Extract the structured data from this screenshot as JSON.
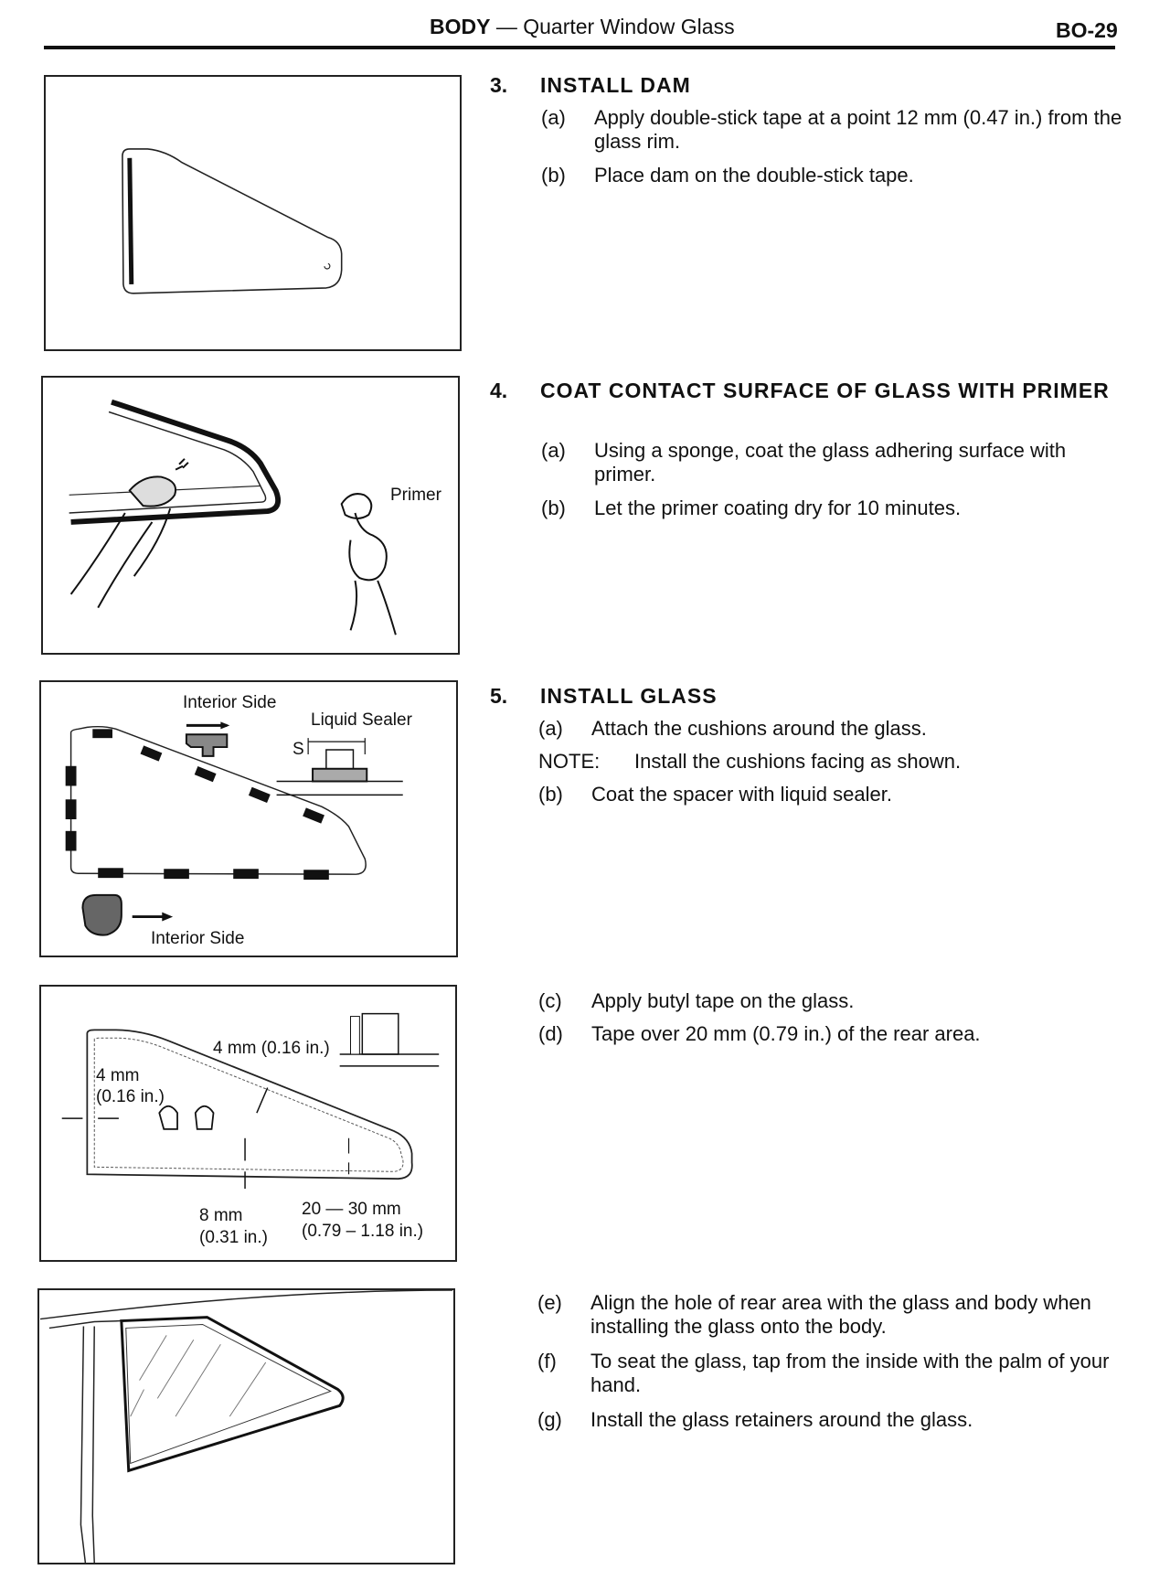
{
  "header": {
    "section": "BODY",
    "separator": "—",
    "subtitle": "Quarter Window Glass",
    "page_number": "BO-29"
  },
  "figures": {
    "fig2": {
      "primer_label": "Primer"
    },
    "fig3": {
      "interior_side_top": "Interior Side",
      "liquid_sealer": "Liquid Sealer",
      "s_mark": "S",
      "interior_side_bottom": "Interior Side"
    },
    "fig4": {
      "dim_top": "4 mm (0.16 in.)",
      "dim_left_1": "4 mm",
      "dim_left_2": "(0.16 in.)",
      "dim_bottom_1": "8 mm",
      "dim_bottom_2": "(0.31 in.)",
      "dim_rear_1": "20 — 30 mm",
      "dim_rear_2": "(0.79 – 1.18 in.)"
    }
  },
  "steps": [
    {
      "number": "3.",
      "title": "INSTALL DAM",
      "items": [
        {
          "key": "(a)",
          "text": "Apply double-stick tape at a point 12 mm (0.47 in.) from the glass rim."
        },
        {
          "key": "(b)",
          "text": "Place dam on the double-stick tape."
        }
      ]
    },
    {
      "number": "4.",
      "title": "COAT CONTACT SURFACE OF GLASS WITH PRIMER",
      "items": [
        {
          "key": "(a)",
          "text": "Using a sponge, coat the glass adhering surface with primer."
        },
        {
          "key": "(b)",
          "text": "Let the primer coating dry for 10 minutes."
        }
      ]
    },
    {
      "number": "5.",
      "title": "INSTALL GLASS",
      "items": [
        {
          "key": "(a)",
          "text": "Attach the cushions around the glass."
        },
        {
          "key": "NOTE:",
          "text": "Install the cushions facing as shown."
        },
        {
          "key": "(b)",
          "text": "Coat the spacer with liquid sealer."
        }
      ]
    },
    {
      "items": [
        {
          "key": "(c)",
          "text": "Apply butyl tape on the glass."
        },
        {
          "key": "(d)",
          "text": "Tape over 20 mm (0.79 in.) of the rear area."
        }
      ]
    },
    {
      "items": [
        {
          "key": "(e)",
          "text": "Align the hole of rear area with the glass and body when installing the glass onto the body."
        },
        {
          "key": "(f)",
          "text": "To seat the glass, tap from the inside with the palm of your hand."
        },
        {
          "key": "(g)",
          "text": "Install the glass retainers around the glass."
        }
      ]
    }
  ]
}
